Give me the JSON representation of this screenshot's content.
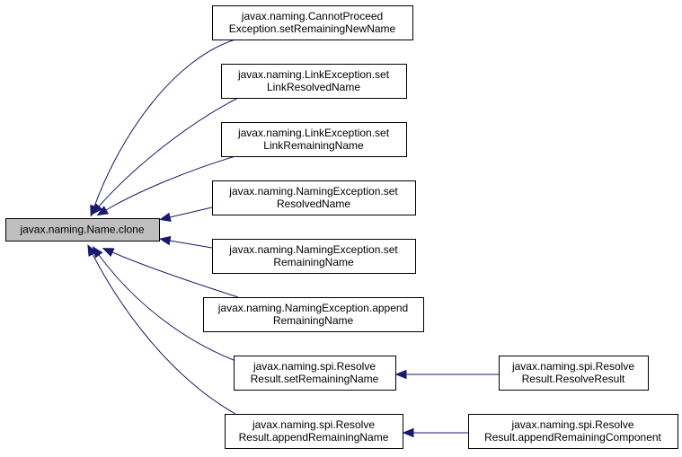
{
  "diagram": {
    "nodes": [
      {
        "id": "root",
        "lines": [
          "javax.naming.Name.clone"
        ],
        "highlighted": true
      },
      {
        "id": "n1",
        "lines": [
          "javax.naming.CannotProceed",
          "Exception.setRemainingNewName"
        ]
      },
      {
        "id": "n2",
        "lines": [
          "javax.naming.LinkException.set",
          "LinkResolvedName"
        ]
      },
      {
        "id": "n3",
        "lines": [
          "javax.naming.LinkException.set",
          "LinkRemainingName"
        ]
      },
      {
        "id": "n4",
        "lines": [
          "javax.naming.NamingException.set",
          "ResolvedName"
        ]
      },
      {
        "id": "n5",
        "lines": [
          "javax.naming.NamingException.set",
          "RemainingName"
        ]
      },
      {
        "id": "n6",
        "lines": [
          "javax.naming.NamingException.append",
          "RemainingName"
        ]
      },
      {
        "id": "n7",
        "lines": [
          "javax.naming.spi.Resolve",
          "Result.setRemainingName"
        ]
      },
      {
        "id": "n8",
        "lines": [
          "javax.naming.spi.Resolve",
          "Result.appendRemainingName"
        ]
      },
      {
        "id": "n9",
        "lines": [
          "javax.naming.spi.Resolve",
          "Result.ResolveResult"
        ]
      },
      {
        "id": "n10",
        "lines": [
          "javax.naming.spi.Resolve",
          "Result.appendRemainingComponent"
        ]
      }
    ],
    "edges": [
      {
        "from": "n1",
        "to": "root"
      },
      {
        "from": "n2",
        "to": "root"
      },
      {
        "from": "n3",
        "to": "root"
      },
      {
        "from": "n4",
        "to": "root"
      },
      {
        "from": "n5",
        "to": "root"
      },
      {
        "from": "n6",
        "to": "root"
      },
      {
        "from": "n7",
        "to": "root"
      },
      {
        "from": "n8",
        "to": "root"
      },
      {
        "from": "n9",
        "to": "n7"
      },
      {
        "from": "n10",
        "to": "n8"
      }
    ],
    "colors": {
      "edge": "#191970",
      "root_fill": "#bfbfbf",
      "box_fill": "#ffffff",
      "border": "#000000"
    }
  }
}
